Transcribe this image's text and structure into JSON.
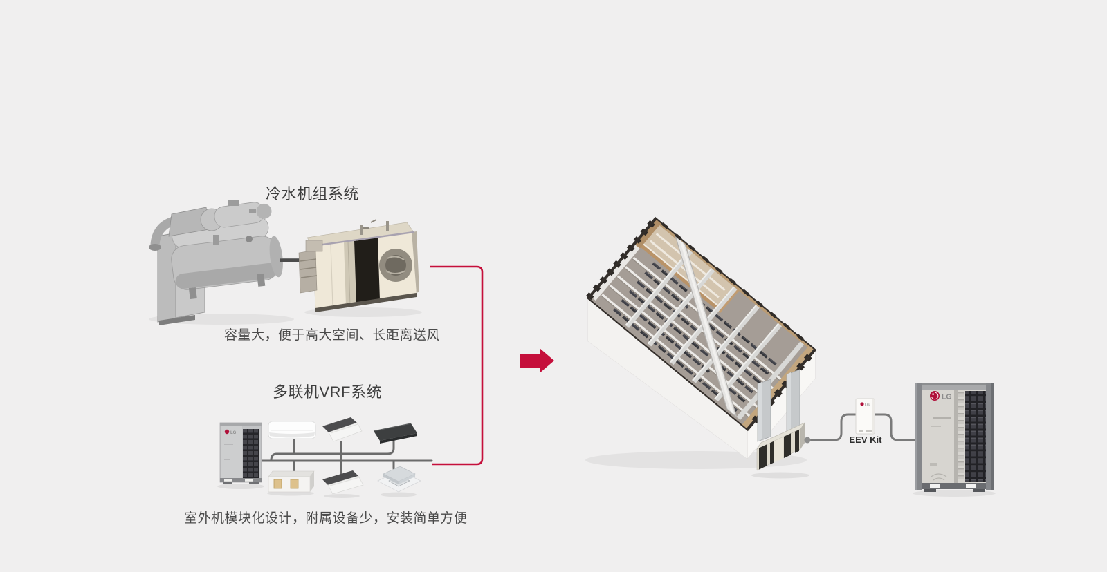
{
  "background_color": "#f0efef",
  "accent_color": "#c50f3b",
  "chiller_system": {
    "title": "冷水机组系统",
    "caption": "容量大，便于高大空间、长距离送风",
    "images": [
      "centrifugal-chiller",
      "air-handling-unit"
    ]
  },
  "vrf_system": {
    "title": "多联机VRF系统",
    "caption": "室外机模块化设计，附属设备少，安装简单方便",
    "images": [
      "vrf-outdoor-unit",
      "wall-mounted-indoor-unit",
      "one-way-cassette-indoor-unit",
      "concealed-duct-indoor-unit",
      "ducted-indoor-unit",
      "four-way-cassette-indoor-unit"
    ]
  },
  "building_scene": {
    "images": [
      "office-building-cutaway",
      "rooftop-duct-unit",
      "lg-outdoor-unit"
    ],
    "eev_kit_label": "EEV Kit",
    "brand": "LG"
  }
}
